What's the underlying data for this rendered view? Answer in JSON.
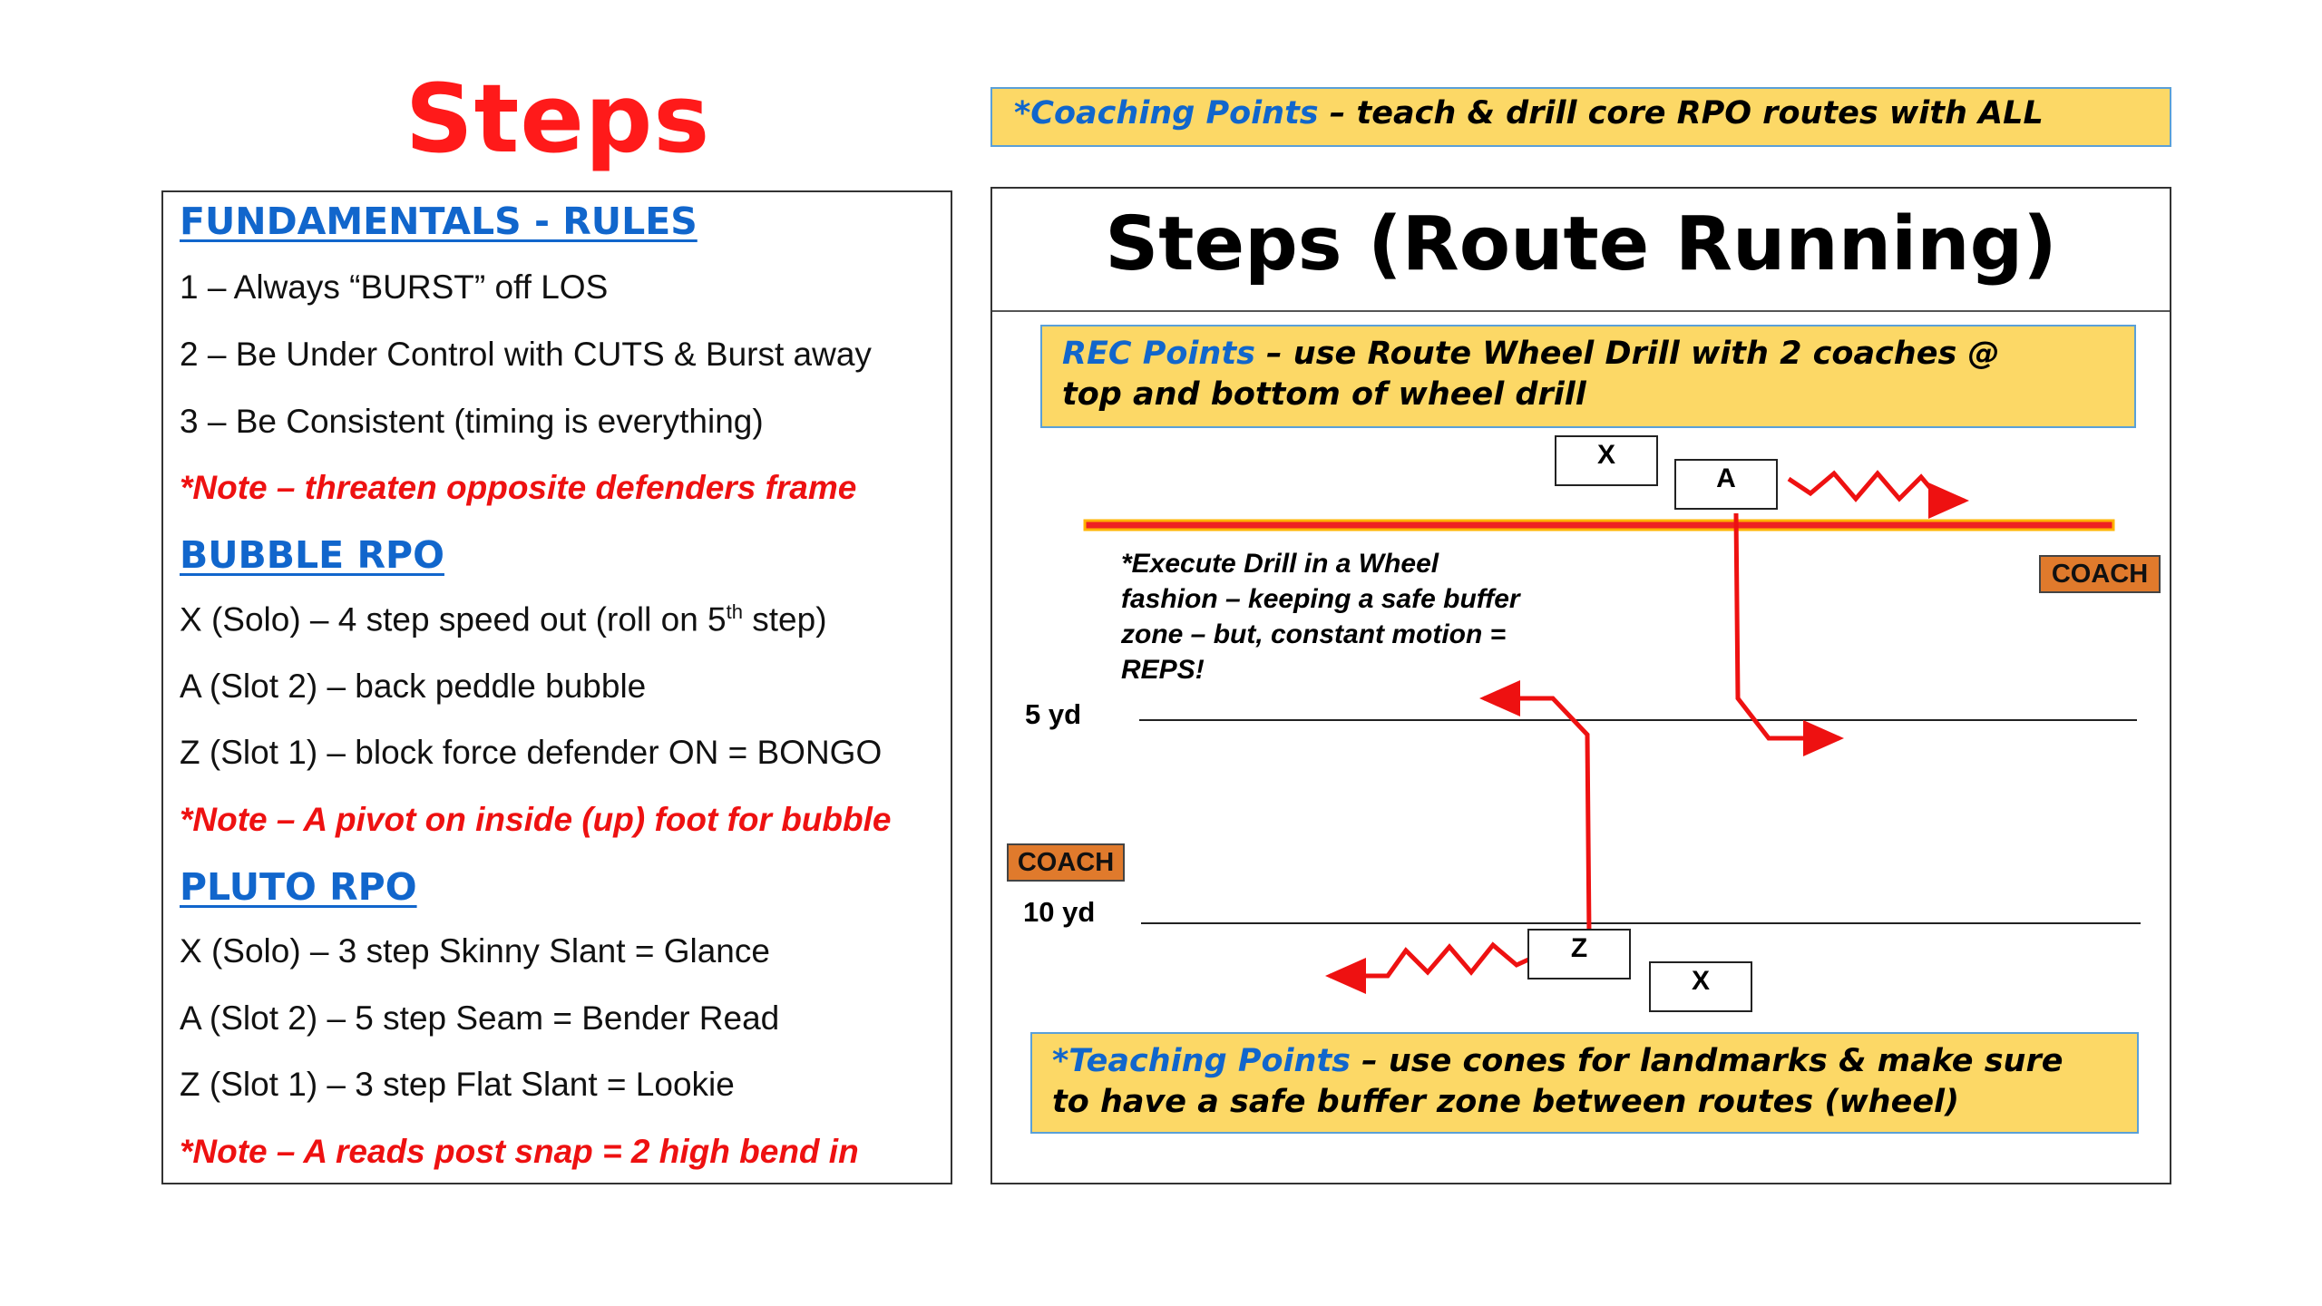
{
  "left": {
    "title": "Steps",
    "fundamentals": {
      "heading": "FUNDAMENTALS - RULES",
      "rules": [
        "1 – Always “BURST” off LOS",
        "2 – Be Under Control with CUTS & Burst away",
        "3 – Be Consistent (timing is everything)"
      ],
      "note": "*Note – threaten opposite defenders frame"
    },
    "bubble": {
      "heading": "BUBBLE RPO",
      "x_pre": "X (Solo) – 4 step speed out (roll on 5",
      "x_sup": "th",
      "x_post": " step)",
      "a": "A (Slot 2) – back peddle bubble",
      "z": "Z (Slot 1) – block force defender ON = BONGO",
      "note": "*Note – A pivot on inside (up) foot for bubble"
    },
    "pluto": {
      "heading": "PLUTO RPO",
      "rules": [
        "X (Solo) – 3 step Skinny Slant = Glance",
        "A (Slot 2) – 5 step Seam = Bender Read",
        "Z (Slot 1) – 3 step Flat Slant = Lookie"
      ],
      "note": "*Note – A reads post snap = 2 high bend in"
    }
  },
  "coaching": {
    "label": "*Coaching Points",
    "text": " – teach & drill core RPO routes with ALL"
  },
  "right": {
    "title": "Steps (Route Running)",
    "rec": {
      "label": "REC Points",
      "line1": " – use Route Wheel Drill with 2 coaches @",
      "line2": "top and bottom of wheel drill"
    },
    "drill_note": "*Execute Drill in a Wheel fashion – keeping a safe buffer zone – but, constant motion = REPS!",
    "yard_5": "5 yd",
    "yard_10": "10 yd",
    "coach_top": "COACH",
    "coach_left": "COACH",
    "positions": {
      "x_top": "X",
      "a": "A",
      "z": "Z",
      "x_bottom": "X"
    },
    "teaching": {
      "label": "*Teaching Points",
      "line1": " – use cones for landmarks & make sure",
      "line2": "to have a safe buffer zone between routes (wheel)"
    }
  },
  "colors": {
    "title_red": "#ff1a1a",
    "heading_blue": "#1166cc",
    "note_red": "#ee1111",
    "box_yellow": "#fcd866",
    "coach_orange": "#e07a2c",
    "route_red": "#ee1111"
  }
}
